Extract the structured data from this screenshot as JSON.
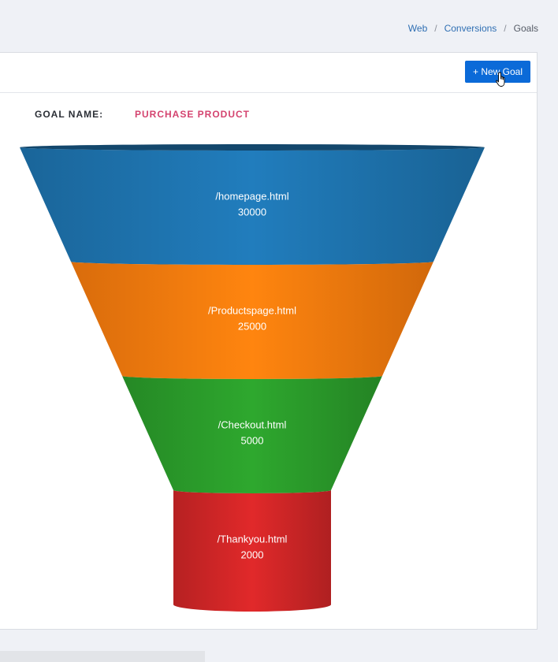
{
  "breadcrumb": {
    "items": [
      "Web",
      "Conversions",
      "Goals"
    ],
    "separator": "/"
  },
  "toolbar": {
    "new_goal_label": "+ New Goal"
  },
  "goal": {
    "label": "GOAL NAME:",
    "value": "PURCHASE PRODUCT"
  },
  "icons": {
    "cursor": "hand-pointer-icon"
  },
  "chart_data": {
    "type": "funnel",
    "stages": [
      {
        "label": "/homepage.html",
        "value": 30000,
        "color": "#1f77b4"
      },
      {
        "label": "/Productspage.html",
        "value": 25000,
        "color": "#ff7f0e"
      },
      {
        "label": "/Checkout.html",
        "value": 5000,
        "color": "#2ca02c"
      },
      {
        "label": "/Thankyou.html",
        "value": 2000,
        "color": "#d62728"
      }
    ]
  }
}
